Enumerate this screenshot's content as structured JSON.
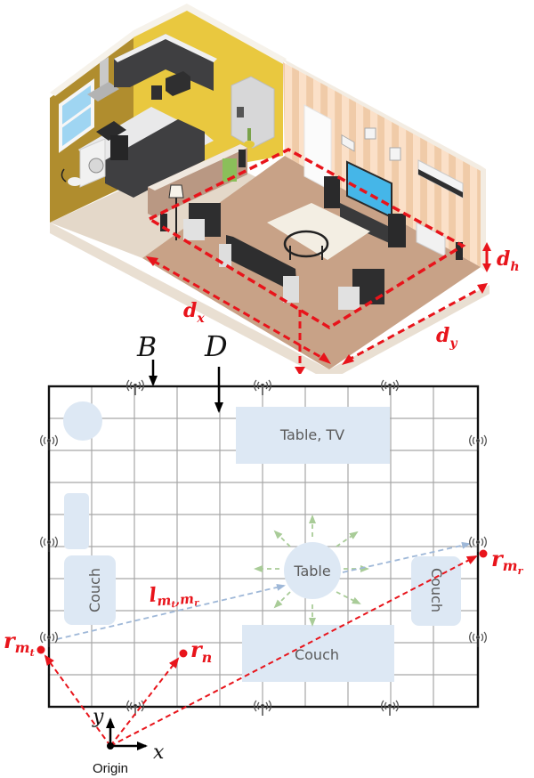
{
  "figure": {
    "top_panel": {
      "description": "Isometric illustration of a room with kitchen and living area; red dashed box marks sensing region",
      "dimension_labels": {
        "dx": "d",
        "dx_sub": "x",
        "dy": "d",
        "dy_sub": "y",
        "dh": "d",
        "dh_sub": "h"
      },
      "colors": {
        "wall_yellow": "#e9c83f",
        "wall_olive": "#b08d2e",
        "wall_stripe_light": "#fbe0c8",
        "wall_stripe_dark": "#f2cfae",
        "floor": "#c9a38a",
        "floor_kitchen": "#e2d6c8",
        "rug": "#f1ece0",
        "cabinet": "#3f3f41",
        "annotation_red": "#e8141b"
      }
    },
    "bottom_panel": {
      "boundary_label": "B",
      "region_label": "D",
      "objects": [
        {
          "id": "plant",
          "label": "",
          "shape": "circle"
        },
        {
          "id": "table-tv",
          "label": "Table, TV",
          "shape": "rect"
        },
        {
          "id": "lamp-stand",
          "label": "",
          "shape": "rounded-rect"
        },
        {
          "id": "couch-left",
          "label": "Couch",
          "shape": "rounded-rect",
          "rotation": -90
        },
        {
          "id": "table-center",
          "label": "Table",
          "shape": "circle"
        },
        {
          "id": "couch-right",
          "label": "Couch",
          "shape": "rounded-rect",
          "rotation": 90
        },
        {
          "id": "couch-bottom",
          "label": "Couch",
          "shape": "rect"
        }
      ],
      "points": {
        "r_mt": {
          "base": "r",
          "sub": "m",
          "subsub": "t"
        },
        "r_n": {
          "base": "r",
          "sub": "n"
        },
        "r_mr": {
          "base": "r",
          "sub": "m",
          "subsub": "r"
        }
      },
      "link_label": {
        "base": "l",
        "sub": "m",
        "sub2": "t",
        "sub3": ",m",
        "sub4": "r"
      },
      "axes": {
        "x_label": "x",
        "y_label": "y",
        "origin_label": "Origin"
      },
      "grid": {
        "columns": 10,
        "rows": 10
      },
      "anchor_count": 12,
      "colors": {
        "object_fill": "#dde8f4",
        "grid_line": "#a7a7a7",
        "border": "#111111",
        "link_dashed": "#9fb8d8",
        "scatter_dashed": "#a9cc98",
        "vector_red": "#e8141b"
      }
    }
  }
}
